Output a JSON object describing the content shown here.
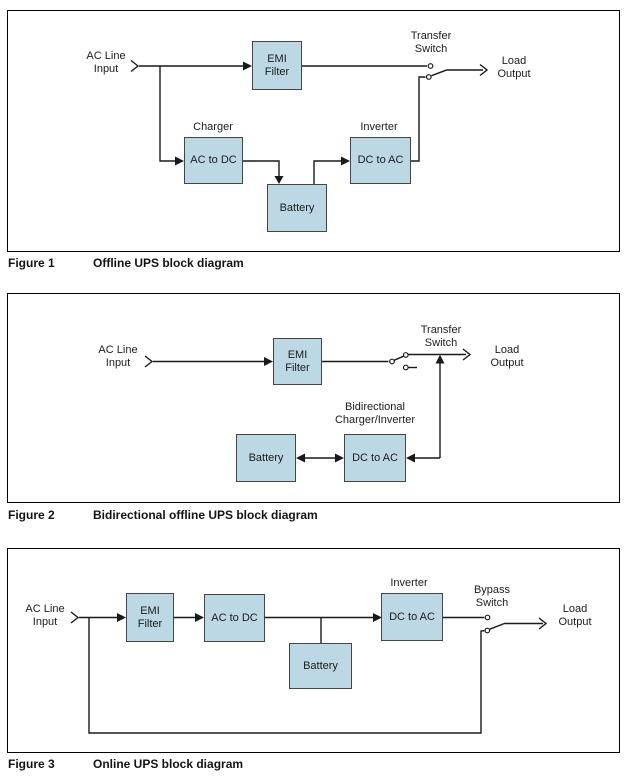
{
  "document": {
    "type": "UPS block diagrams"
  },
  "colors": {
    "box_fill": "#bcd8e4",
    "box_border": "#454545",
    "wire": "#1a1a1a",
    "text": "#1c1c1c",
    "caption": "#141414",
    "frame_border": "#000000",
    "background": "#ffffff"
  },
  "figures": [
    {
      "caption_label": "Figure 1",
      "caption_text": "Offline UPS block diagram",
      "input_label": [
        "AC Line",
        "Input"
      ],
      "output_label": [
        "Load",
        "Output"
      ],
      "switch_label": [
        "Transfer",
        "Switch"
      ],
      "block_titles": {
        "charger": "Charger",
        "inverter": "Inverter"
      },
      "blocks": {
        "emi_filter": [
          "EMI",
          "Filter"
        ],
        "ac_to_dc": [
          "AC to DC"
        ],
        "battery": [
          "Battery"
        ],
        "dc_to_ac": [
          "DC to AC"
        ]
      }
    },
    {
      "caption_label": "Figure 2",
      "caption_text": "Bidirectional offline UPS block diagram",
      "input_label": [
        "AC Line",
        "Input"
      ],
      "output_label": [
        "Load",
        "Output"
      ],
      "switch_label": [
        "Transfer",
        "Switch"
      ],
      "block_titles": {
        "bidirectional": [
          "Bidirectional",
          "Charger/Inverter"
        ]
      },
      "blocks": {
        "emi_filter": [
          "EMI",
          "Filter"
        ],
        "battery": [
          "Battery"
        ],
        "dc_to_ac": [
          "DC to AC"
        ]
      }
    },
    {
      "caption_label": "Figure 3",
      "caption_text": "Online UPS block diagram",
      "input_label": [
        "AC Line",
        "Input"
      ],
      "output_label": [
        "Load",
        "Output"
      ],
      "switch_label": [
        "Bypass",
        "Switch"
      ],
      "block_titles": {
        "inverter": "Inverter"
      },
      "blocks": {
        "emi_filter": [
          "EMI",
          "Filter"
        ],
        "ac_to_dc": [
          "AC to DC"
        ],
        "battery": [
          "Battery"
        ],
        "dc_to_ac": [
          "DC to AC"
        ]
      }
    }
  ]
}
